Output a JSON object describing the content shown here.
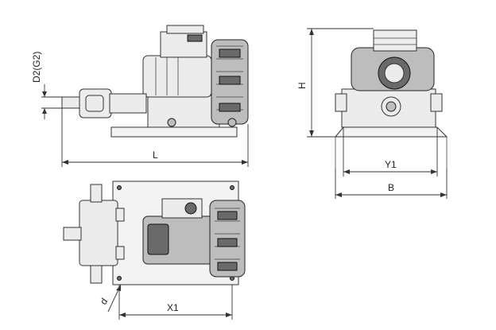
{
  "dimensions": {
    "d2_g2": "D2(G2)",
    "length": "L",
    "height": "H",
    "y1": "Y1",
    "width": "B",
    "x1": "X1",
    "hole_d": "d"
  },
  "colors": {
    "line": "#333333",
    "fill_light": "#ececec",
    "fill_mid": "#bdbdbd",
    "fill_dark": "#6a6a6a"
  }
}
